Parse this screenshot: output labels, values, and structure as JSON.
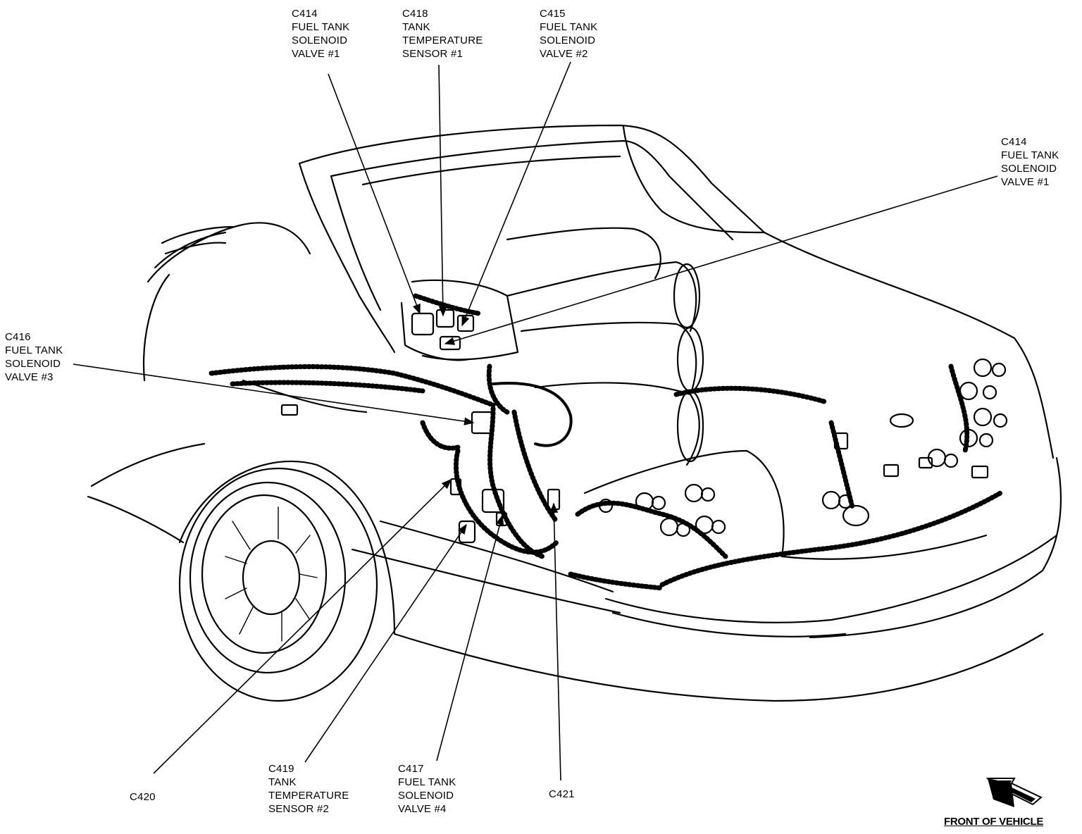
{
  "callouts": [
    {
      "id": "c414_top",
      "lines": [
        "C414",
        "FUEL TANK",
        "SOLENOID",
        "VALVE #1"
      ]
    },
    {
      "id": "c418",
      "lines": [
        "C418",
        "TANK",
        "TEMPERATURE",
        "SENSOR #1"
      ]
    },
    {
      "id": "c415",
      "lines": [
        "C415",
        "FUEL TANK",
        "SOLENOID",
        "VALVE #2"
      ]
    },
    {
      "id": "c414_right",
      "lines": [
        "C414",
        "FUEL TANK",
        "SOLENOID",
        "VALVE #1"
      ]
    },
    {
      "id": "c416",
      "lines": [
        "C416",
        "FUEL TANK",
        "SOLENOID",
        "VALVE #3"
      ]
    },
    {
      "id": "c420",
      "lines": [
        "C420"
      ]
    },
    {
      "id": "c419",
      "lines": [
        "C419",
        "TANK",
        "TEMPERATURE",
        "SENSOR #2"
      ]
    },
    {
      "id": "c417",
      "lines": [
        "C417",
        "FUEL TANK",
        "SOLENOID",
        "VALVE #4"
      ]
    },
    {
      "id": "c421",
      "lines": [
        "C421"
      ]
    }
  ],
  "orientation": {
    "label": "FRONT OF VEHICLE",
    "icon": "front-arrow-icon"
  }
}
